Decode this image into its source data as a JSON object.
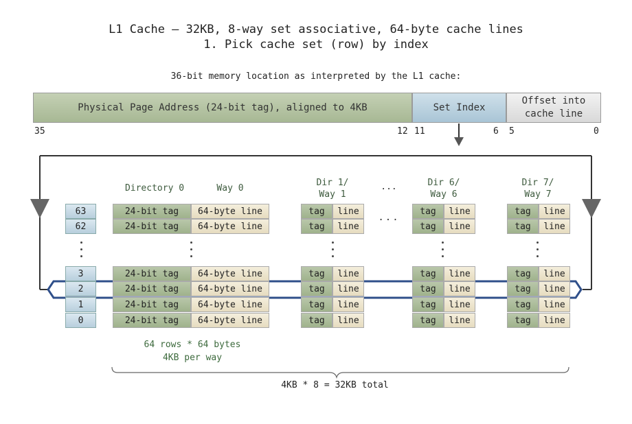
{
  "title": {
    "line1": "L1 Cache – 32KB, 8-way set associative, 64-byte cache lines",
    "line2": "1. Pick cache set (row) by index"
  },
  "address": {
    "caption": "36-bit memory location as interpreted by the L1 cache:",
    "segments": {
      "tag": "Physical Page Address (24-bit tag), aligned to 4KB",
      "set_index": "Set Index",
      "offset_line1": "Offset into",
      "offset_line2": "cache line"
    },
    "bits": {
      "b35": "35",
      "b12": "12",
      "b11": "11",
      "b6": "6",
      "b5": "5",
      "b0": "0"
    }
  },
  "columns": {
    "dir0": "Directory 0",
    "way0": "Way 0",
    "dir1_line1": "Dir 1/",
    "dir1_line2": "Way 1",
    "ellipsis": "...",
    "dir6_line1": "Dir 6/",
    "dir6_line2": "Way 6",
    "dir7_line1": "Dir 7/",
    "dir7_line2": "Way 7"
  },
  "row_indices": [
    "63",
    "62",
    "3",
    "2",
    "1",
    "0"
  ],
  "cells": {
    "big_tag": "24-bit tag",
    "big_line": "64-byte line",
    "small_tag": "tag",
    "small_line": "line"
  },
  "notes": {
    "rows_line1": "64 rows * 64 bytes",
    "rows_line2": "4KB per way",
    "total": "4KB * 8 = 32KB total"
  },
  "colors": {
    "tag_green": "#a9b996",
    "line_cream": "#ede5cc",
    "index_blue": "#c5d8e4",
    "highlight_blue": "#2f4f8a"
  }
}
